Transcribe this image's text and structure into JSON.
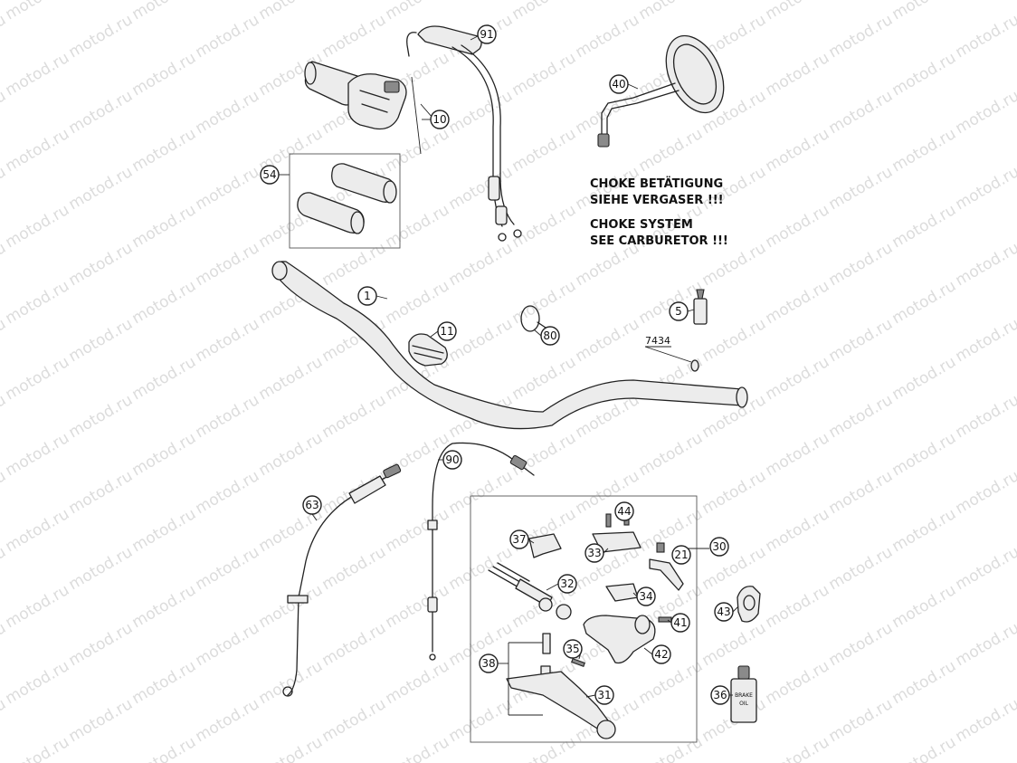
{
  "watermark_text": "motod.ru",
  "notes": [
    {
      "id": "choke-de-1",
      "text": "CHOKE BETÄTIGUNG"
    },
    {
      "id": "choke-de-2",
      "text": "SIEHE VERGASER !!!"
    },
    {
      "id": "choke-en-1",
      "text": "CHOKE SYSTEM"
    },
    {
      "id": "choke-en-2",
      "text": "SEE CARBURETOR !!!"
    }
  ],
  "callouts": [
    "91",
    "10",
    "54",
    "40",
    "1",
    "11",
    "80",
    "5",
    "90",
    "63",
    "44",
    "37",
    "33",
    "21",
    "30",
    "32",
    "34",
    "43",
    "41",
    "35",
    "42",
    "38",
    "31",
    "36"
  ],
  "ref_label": "7434",
  "bottle_label_1": "BRAKE",
  "bottle_label_2": "OIL"
}
